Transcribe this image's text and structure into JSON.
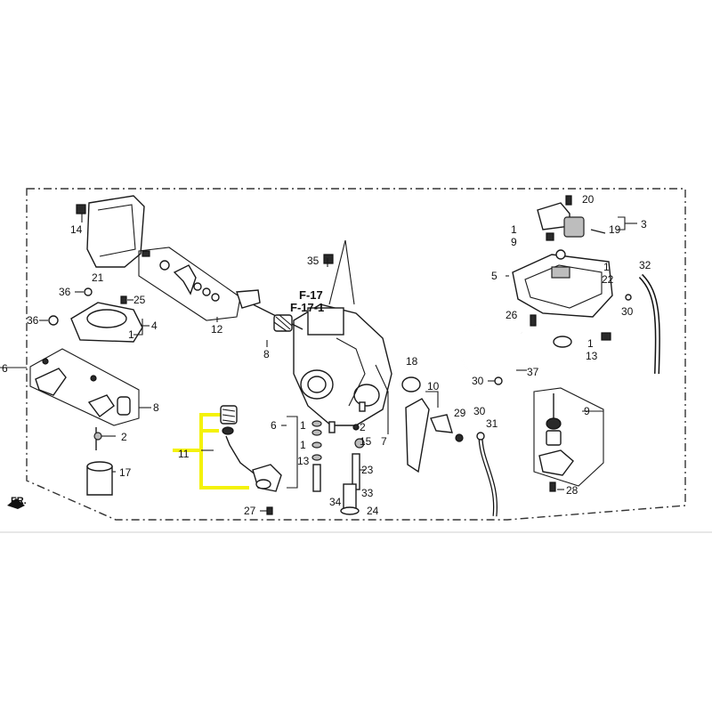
{
  "diagram": {
    "ref_labels": [
      "F-17",
      "F-17-1"
    ],
    "orientation_label": "FR.",
    "highlight_color": "#f4f20a",
    "callouts": {
      "c1a": "1",
      "c1b": "1",
      "c1c": "1",
      "c1d": "1",
      "c1e": "1",
      "c1f": "1",
      "c2": "2",
      "c3": "3",
      "c4": "4",
      "c5": "5",
      "c6a": "6",
      "c6b": "6",
      "c7": "7",
      "c8a": "8",
      "c8b": "8",
      "c9a": "9",
      "c9b": "9",
      "c10": "10",
      "c11": "11",
      "c12": "12",
      "c13a": "13",
      "c13b": "13",
      "c14": "14",
      "c15": "15",
      "c17": "17",
      "c18": "18",
      "c19": "19",
      "c20": "20",
      "c21": "21",
      "c22": "22",
      "c23": "23",
      "c24": "24",
      "c25": "25",
      "c26": "26",
      "c27": "27",
      "c28": "28",
      "c29": "29",
      "c30a": "30",
      "c30b": "30",
      "c30c": "30",
      "c31": "31",
      "c32": "32",
      "c33": "33",
      "c34": "34",
      "c35": "35",
      "c36a": "36",
      "c36b": "36",
      "c37": "37"
    }
  }
}
